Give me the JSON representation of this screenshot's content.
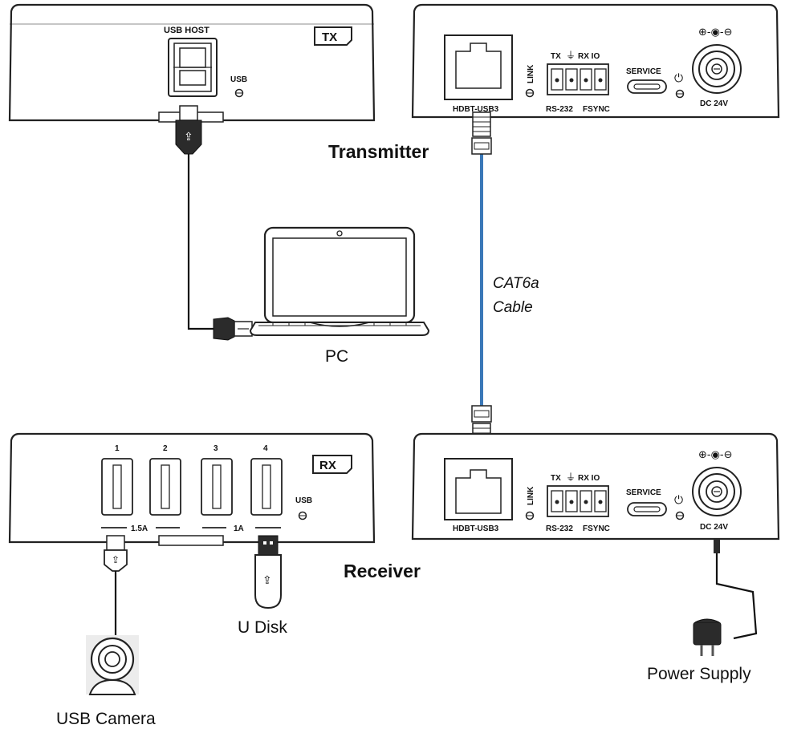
{
  "tx_unit": {
    "badge": "TX",
    "usb_host_label": "USB HOST",
    "usb_led_label": "USB"
  },
  "rx_unit": {
    "badge": "RX",
    "usb_led_label": "USB",
    "port_numbers": [
      "1",
      "2",
      "3",
      "4"
    ],
    "group_1_current": "1.5A",
    "group_2_current": "1A"
  },
  "ext_panel": {
    "hdbt_label": "HDBT-USB3",
    "link_label": "LINK",
    "tx_label": "TX",
    "rx_io_label": "RX IO",
    "rs232_label": "RS-232",
    "fsync_label": "FSYNC",
    "service_label": "SERVICE",
    "dc_label": "DC 24V"
  },
  "labels": {
    "transmitter": "Transmitter",
    "receiver": "Receiver",
    "cable_line1": "CAT6a",
    "cable_line2": "Cable",
    "pc": "PC",
    "u_disk": "U Disk",
    "usb_camera": "USB Camera",
    "power_supply": "Power Supply"
  },
  "colors": {
    "cat6_cable": "#3a78b8",
    "outline": "#222222"
  }
}
